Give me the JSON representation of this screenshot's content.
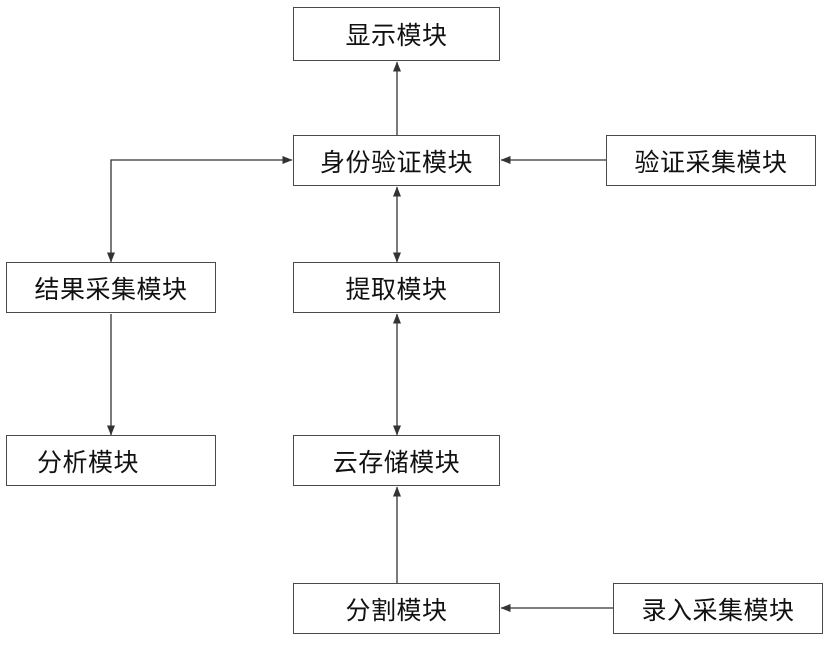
{
  "diagram": {
    "nodes": {
      "display": {
        "label": "显示模块"
      },
      "identity": {
        "label": "身份验证模块"
      },
      "vcollect": {
        "label": "验证采集模块"
      },
      "rcollect": {
        "label": "结果采集模块"
      },
      "extract": {
        "label": "提取模块"
      },
      "analysis": {
        "label": "分析模块"
      },
      "cloud": {
        "label": "云存储模块"
      },
      "segment": {
        "label": "分割模块"
      },
      "ecollect": {
        "label": "录入采集模块"
      }
    },
    "edges": [
      {
        "from": "identity",
        "to": "display",
        "direction": "forward"
      },
      {
        "from": "vcollect",
        "to": "identity",
        "direction": "forward"
      },
      {
        "from": "identity",
        "to": "rcollect",
        "direction": "both"
      },
      {
        "from": "identity",
        "to": "extract",
        "direction": "both"
      },
      {
        "from": "rcollect",
        "to": "analysis",
        "direction": "forward"
      },
      {
        "from": "extract",
        "to": "cloud",
        "direction": "both"
      },
      {
        "from": "segment",
        "to": "cloud",
        "direction": "forward"
      },
      {
        "from": "ecollect",
        "to": "segment",
        "direction": "forward"
      }
    ],
    "line_color": "#333333"
  }
}
